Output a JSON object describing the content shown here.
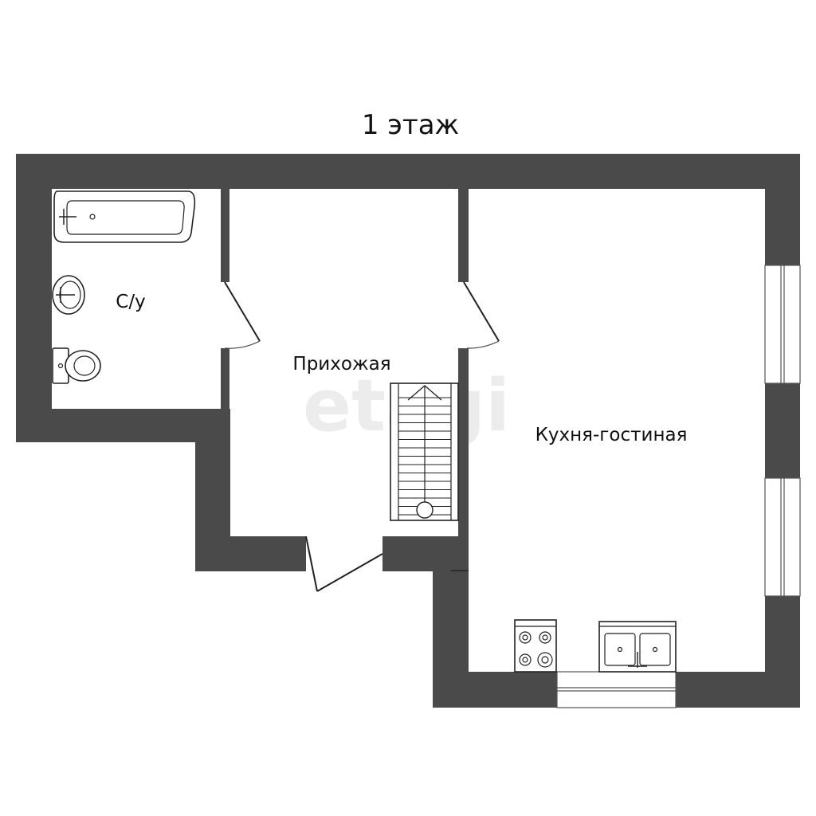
{
  "plan": {
    "title": "1 этаж",
    "wall_color": "#4a4a4a",
    "rooms": {
      "bathroom": "С/у",
      "hallway": "Прихожая",
      "kitchen_living": "Кухня-гостиная"
    },
    "watermark": "etagi"
  }
}
